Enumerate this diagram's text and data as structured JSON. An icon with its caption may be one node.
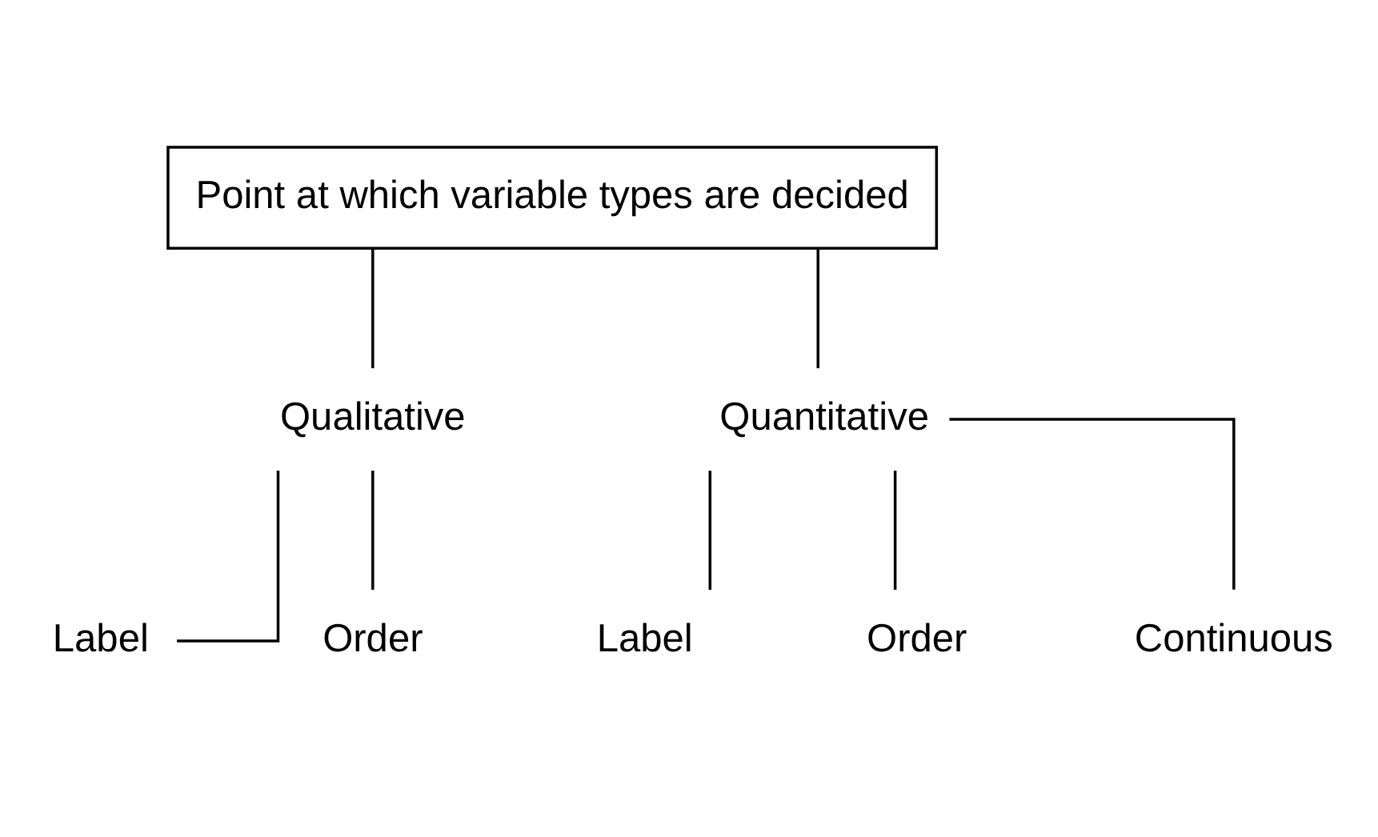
{
  "diagram": {
    "nodes": [
      {
        "text": [
          "Point at which variable types are decided"
        ]
      },
      {
        "text": [
          "Qualitative"
        ]
      },
      {
        "text": [
          "Quantitative"
        ]
      },
      {
        "text": [
          "Label"
        ]
      },
      {
        "text": [
          "Order"
        ]
      },
      {
        "text": [
          "Label"
        ]
      },
      {
        "text": [
          "Order"
        ]
      },
      {
        "text": [
          "Continuous"
        ]
      }
    ],
    "edges": [
      {
        "from": 0,
        "to": 1,
        "arrow": "none"
      },
      {
        "from": 0,
        "to": 2,
        "arrow": "none"
      },
      {
        "from": 1,
        "to": 3,
        "arrow": "none"
      },
      {
        "from": 1,
        "to": 4,
        "arrow": "none"
      },
      {
        "from": 2,
        "to": 5,
        "arrow": "none"
      },
      {
        "from": 2,
        "to": 6,
        "arrow": "none"
      },
      {
        "from": 2,
        "to": 7,
        "arrow": "none"
      }
    ]
  }
}
